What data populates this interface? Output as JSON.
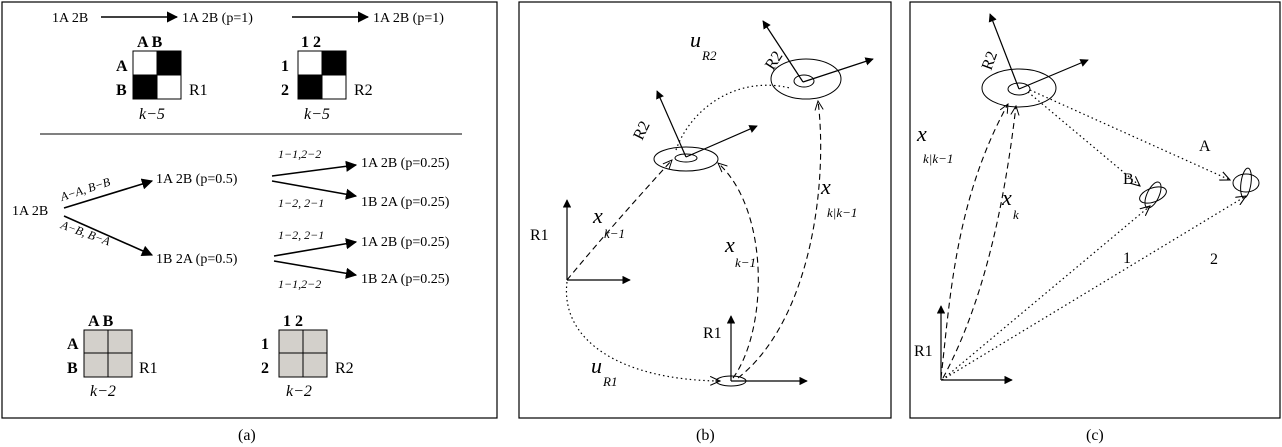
{
  "panel_a": {
    "top": {
      "state_0": "1A 2B",
      "state_1": "1A 2B (p=1)",
      "state_2": "1A 2B (p=1)",
      "r1_col_labels": "A B",
      "r1_row_label_1": "A",
      "r1_row_label_2": "B",
      "r1_name": "R1",
      "r1_time": "k−5",
      "r2_col_labels": "1  2",
      "r2_row_label_1": "1",
      "r2_row_label_2": "2",
      "r2_name": "R2",
      "r2_time": "k−5"
    },
    "bottom": {
      "root": "1A 2B",
      "edge_upper": "A−A, B−B",
      "edge_lower": "A−B, B−A",
      "mid_upper": "1A 2B (p=0.5)",
      "mid_lower": "1B 2A (p=0.5)",
      "edge_uu": "1−1,2−2",
      "edge_ul": "1−2, 2−1",
      "edge_lu": "1−2, 2−1",
      "edge_ll": "1−1,2−2",
      "leaf_1": "1A 2B (p=0.25)",
      "leaf_2": "1B 2A (p=0.25)",
      "leaf_3": "1A 2B (p=0.25)",
      "leaf_4": "1B 2A (p=0.25)",
      "r1_col_labels": "A B",
      "r1_row_label_1": "A",
      "r1_row_label_2": "B",
      "r1_name": "R1",
      "r1_time": "k−2",
      "r2_col_labels": "1  2",
      "r2_row_label_1": "1",
      "r2_row_label_2": "2",
      "r2_name": "R2",
      "r2_time": "k−2"
    },
    "caption": "(a)"
  },
  "panel_b": {
    "r1_label": "R1",
    "r1_label_bottom": "R1",
    "r2_label_mid": "R2",
    "r2_label_top": "R2",
    "u_r2_main": "u",
    "u_r2_sub": "R2",
    "u_r1_main": "u",
    "u_r1_sub": "R1",
    "x_k1_left_main": "x",
    "x_k1_left_sub": "k−1",
    "x_k1_mid_main": "x",
    "x_k1_mid_sub": "k−1",
    "x_kk1_main": "x",
    "x_kk1_sub": "k|k−1",
    "caption": "(b)"
  },
  "panel_c": {
    "r1_label": "R1",
    "r2_label": "R2",
    "x_kk1_main": "x",
    "x_kk1_sub": "k|k−1",
    "x_k_main": "x",
    "x_k_sub": "k",
    "label_A": "A",
    "label_B": "B",
    "label_1": "1",
    "label_2": "2",
    "caption": "(c)"
  },
  "colors": {
    "ink": "#000000",
    "cell_dark": "#000000",
    "cell_light": "#ffffff",
    "cell_gray": "#d3d0cb"
  }
}
